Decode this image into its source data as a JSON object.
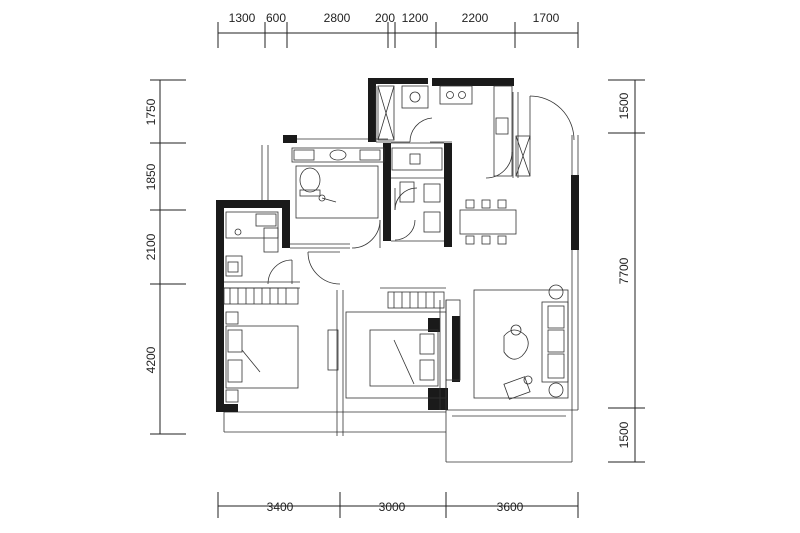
{
  "dimensions": {
    "top": [
      "1300",
      "600",
      "2800",
      "200",
      "1200",
      "2200",
      "1700"
    ],
    "bottom": [
      "3400",
      "3000",
      "3600"
    ],
    "left": [
      "1750",
      "1850",
      "2100",
      "4200"
    ],
    "right": [
      "1500",
      "7700",
      "1500"
    ]
  },
  "colors": {
    "wall": "#1a1a1a",
    "line": "#222222",
    "background": "#ffffff"
  },
  "icons": [
    "toilet-icon",
    "sink-icon",
    "stove-icon",
    "bed-icon",
    "sofa-icon",
    "dining-table-icon",
    "wardrobe-icon",
    "lounge-chair-icon"
  ]
}
